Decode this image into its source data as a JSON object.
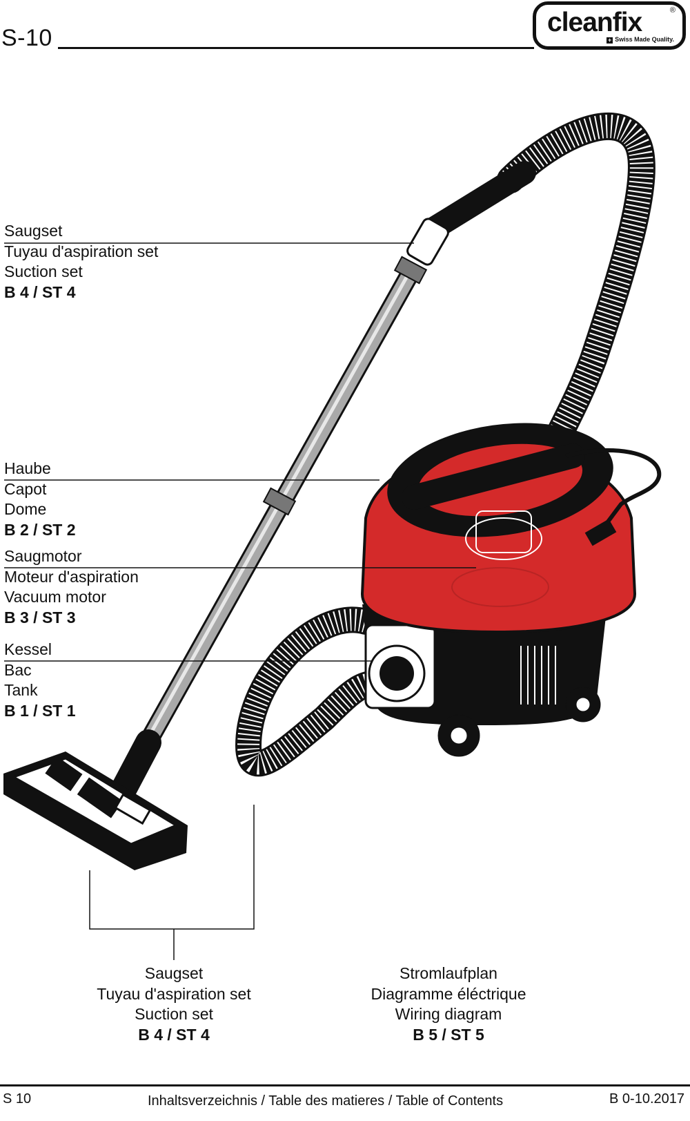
{
  "header": {
    "model": "S-10",
    "logo": {
      "brand": "cleanfix",
      "registered": "®",
      "tagline": "Swiss Made Quality."
    }
  },
  "callouts": {
    "suction_top": [
      "Saugset",
      "Tuyau d'aspiration set",
      "Suction set",
      "B 4 / ST 4"
    ],
    "dome": [
      "Haube",
      "Capot",
      "Dome",
      "B 2 / ST 2"
    ],
    "motor": [
      "Saugmotor",
      "Moteur d'aspiration",
      "Vacuum motor",
      "B 3 / ST 3"
    ],
    "tank": [
      "Kessel",
      "Bac",
      "Tank",
      "B 1 / ST 1"
    ],
    "suction_bottom": [
      "Saugset",
      "Tuyau d'aspiration set",
      "Suction set",
      "B 4 / ST 4"
    ],
    "wiring": [
      "Stromlaufplan",
      "Diagramme éléctrique",
      "Wiring diagram",
      "B 5 / ST 5"
    ]
  },
  "footer": {
    "page": "S 10",
    "toc": "Inhaltsverzeichnis / Table des matieres / Table of  Contents",
    "doc_ref": "B 0-10.2017"
  },
  "colors": {
    "tank_red": "#d42a2a",
    "outline": "#111111",
    "tube_grey": "#9a9a9a"
  }
}
